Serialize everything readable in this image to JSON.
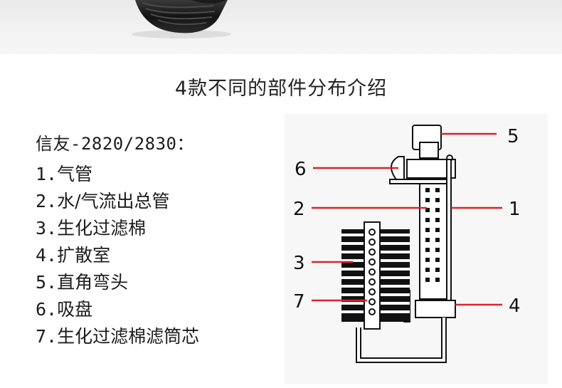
{
  "hero_image": {
    "icon": "black-ribbed-product-top"
  },
  "title": "4款不同的部件分布介绍",
  "model_line": "信友-2820/2830：",
  "parts": [
    {
      "num": "1.",
      "name": "气管"
    },
    {
      "num": "2.",
      "name": "水/气流出总管"
    },
    {
      "num": "3.",
      "name": "生化过滤棉"
    },
    {
      "num": "4.",
      "name": "扩散室"
    },
    {
      "num": "5.",
      "name": "直角弯头"
    },
    {
      "num": "6.",
      "name": "吸盘"
    },
    {
      "num": "7.",
      "name": "生化过滤棉滤筒芯"
    }
  ],
  "diagram": {
    "callouts": [
      "5",
      "6",
      "2",
      "1",
      "3",
      "7",
      "4"
    ],
    "leader_color": "#d9242a"
  }
}
